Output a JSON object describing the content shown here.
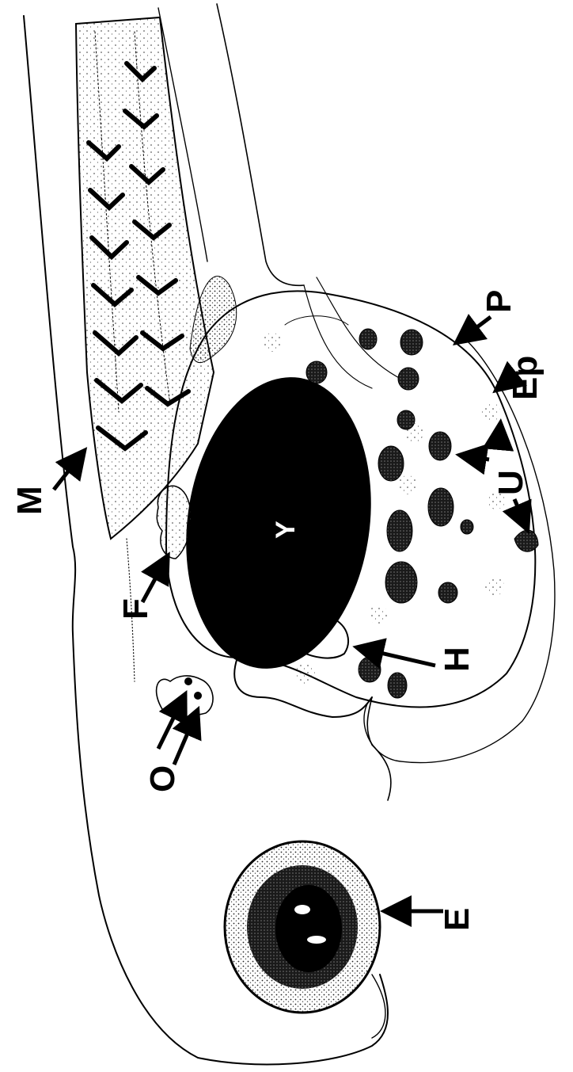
{
  "figure": {
    "labels": {
      "M": "M",
      "F": "F",
      "Y": "Y",
      "P": "P",
      "Ep": "Ep",
      "U": "U",
      "H": "H",
      "O": "O",
      "E": "E"
    },
    "colors": {
      "ink": "#000000",
      "paper": "#ffffff",
      "stipple": "#555555"
    }
  }
}
